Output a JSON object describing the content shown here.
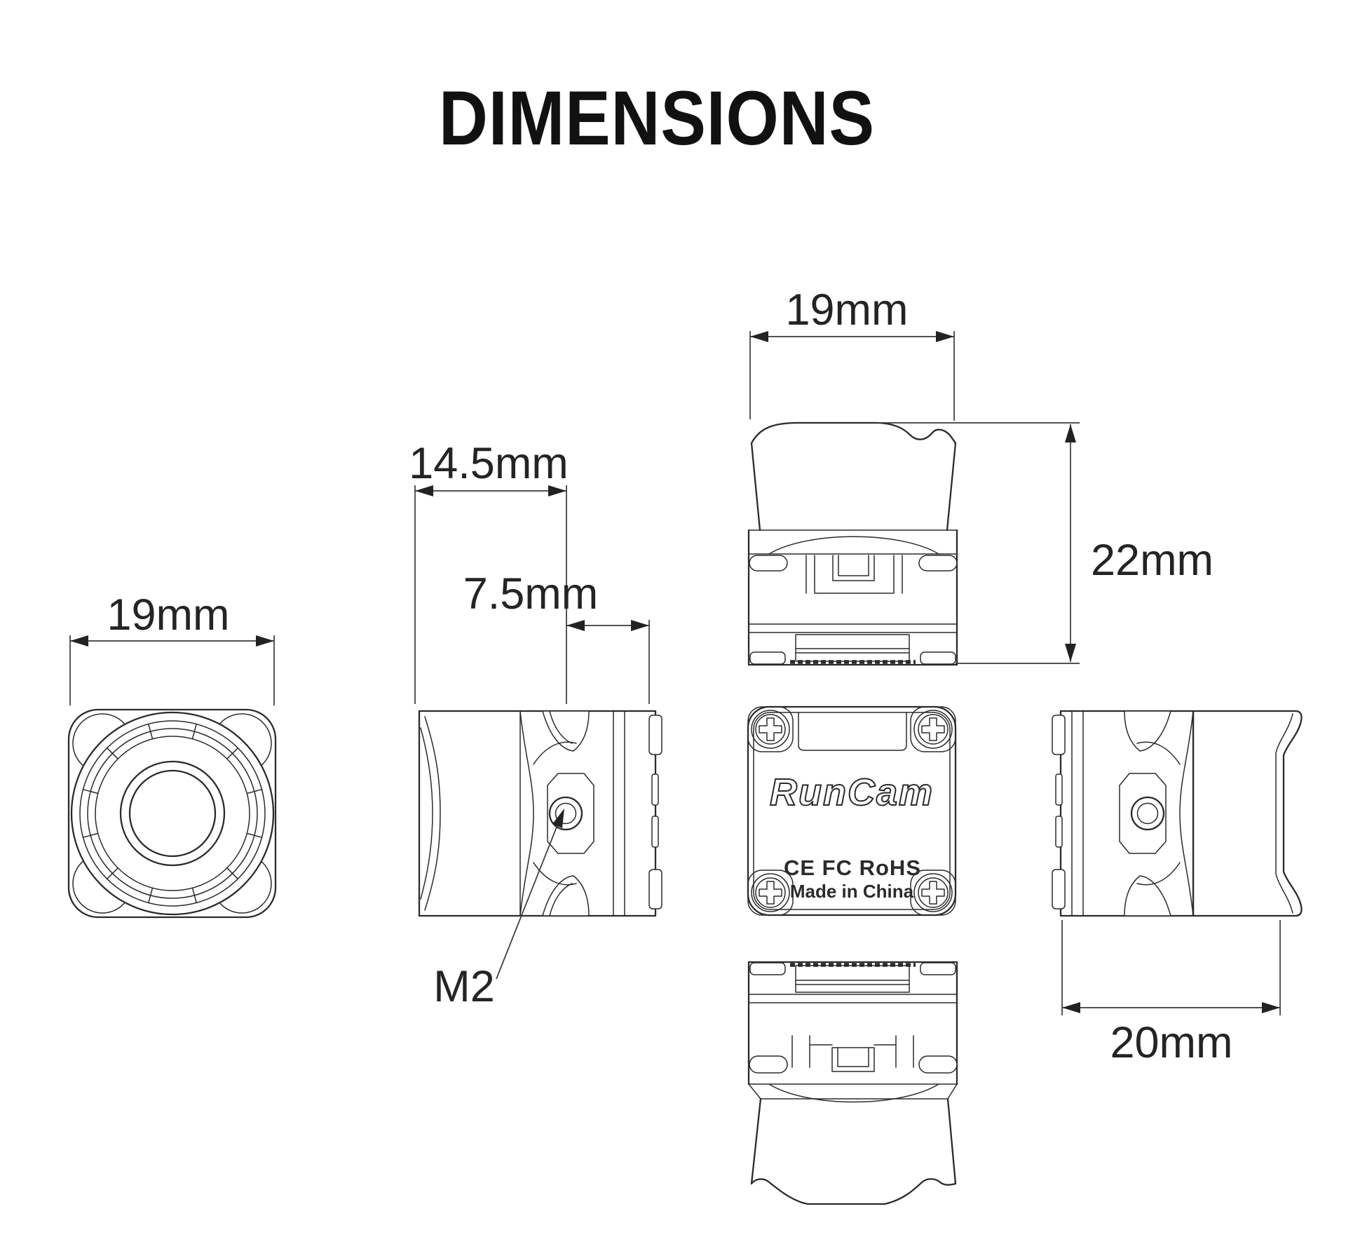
{
  "title": "DIMENSIONS",
  "colors": {
    "line": "#2b2b2b",
    "label": "#242424",
    "title": "#111111",
    "background": "#ffffff"
  },
  "dimensions": {
    "front_width": "19mm",
    "lens_overall_depth": "14.5mm",
    "body_depth": "7.5mm",
    "top_width": "19mm",
    "overall_depth": "22mm",
    "side_depth": "20mm",
    "mount_thread": "M2"
  },
  "back_panel": {
    "brand": "RunCam",
    "certifications": "CE FC RoHS",
    "origin": "Made in China"
  }
}
